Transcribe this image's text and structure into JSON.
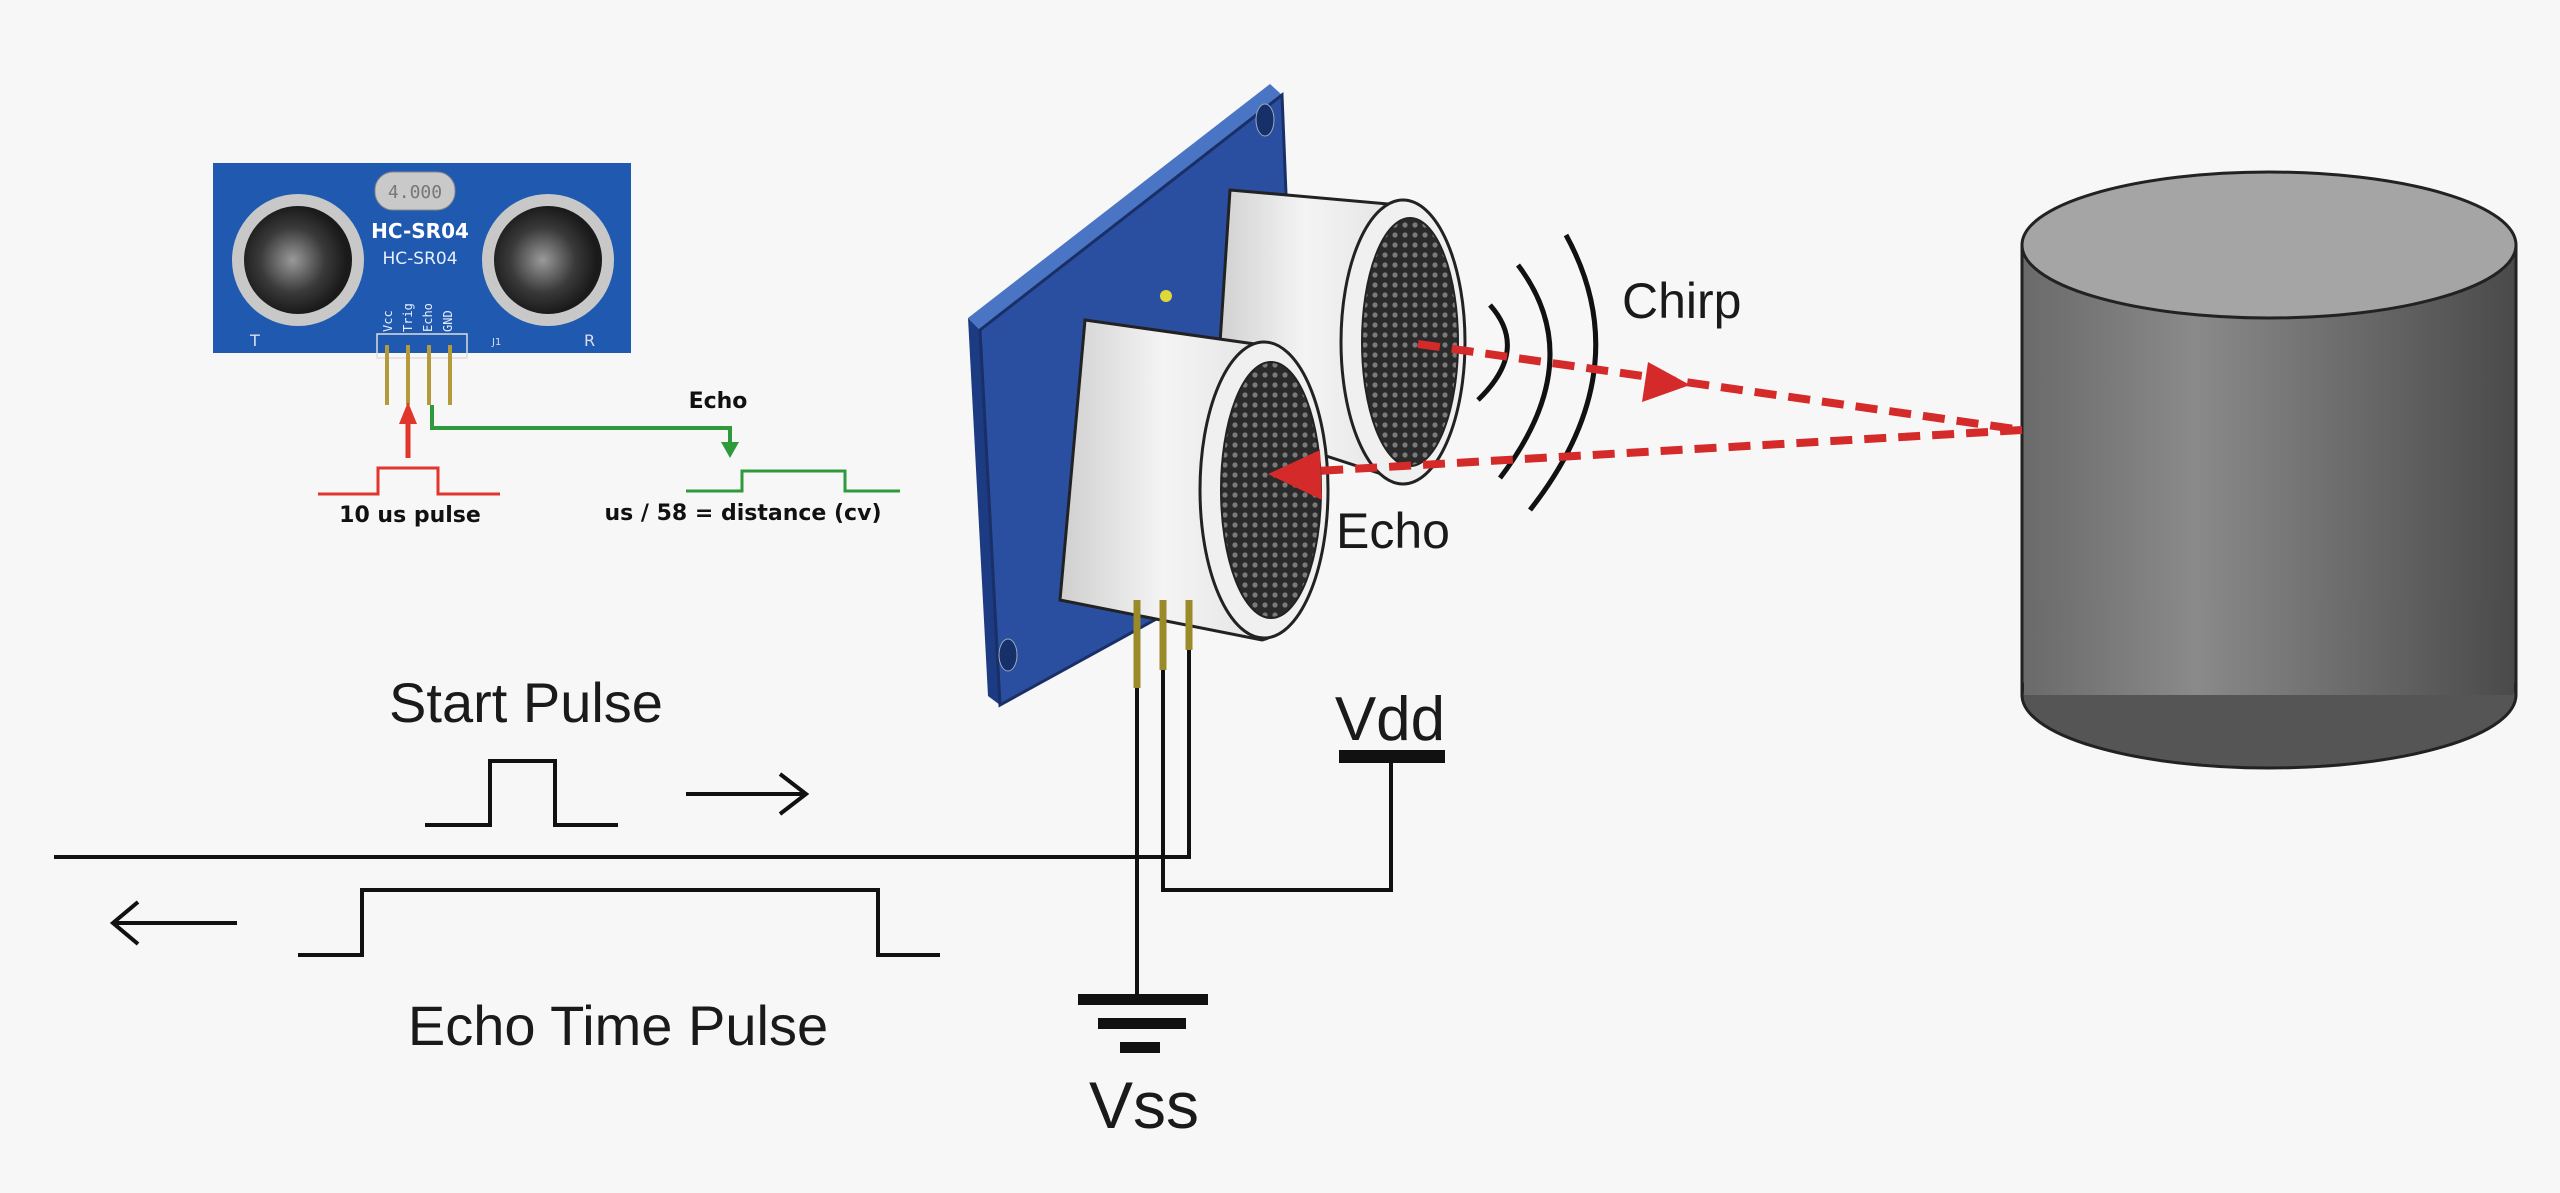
{
  "inset": {
    "module_label": "HC-SR04",
    "board_label": "HC-SR04",
    "crystal_label": "4.000",
    "pins": [
      "Vcc",
      "Trig",
      "Echo",
      "GND"
    ],
    "transmitter_mark": "T",
    "receiver_mark": "R",
    "connector_mark": "J1",
    "echo_label": "Echo",
    "trigger_caption": "10 us pulse",
    "echo_caption": "us / 58 = distance (cv)",
    "trigger_color": "#e0362c",
    "echo_color": "#2e9a3c"
  },
  "main": {
    "start_pulse_label": "Start Pulse",
    "echo_time_pulse_label": "Echo Time Pulse",
    "chirp_label": "Chirp",
    "echo_label": "Echo",
    "vdd_label": "Vdd",
    "vss_label": "Vss",
    "signal_color": "#d42a2a",
    "board_color": "#2a4fa0",
    "obstacle_color": "#7a7a7a"
  }
}
